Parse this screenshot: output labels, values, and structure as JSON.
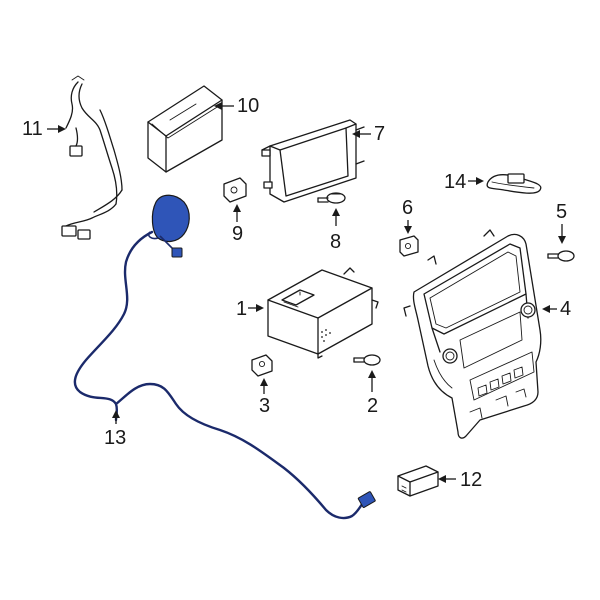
{
  "highlight_color": "#2f55b8",
  "wire_color": "#1b2a6b",
  "callouts": {
    "c1": "1",
    "c2": "2",
    "c3": "3",
    "c4": "4",
    "c5": "5",
    "c6": "6",
    "c7": "7",
    "c8": "8",
    "c9": "9",
    "c10": "10",
    "c11": "11",
    "c12": "12",
    "c13": "13",
    "c14": "14"
  }
}
